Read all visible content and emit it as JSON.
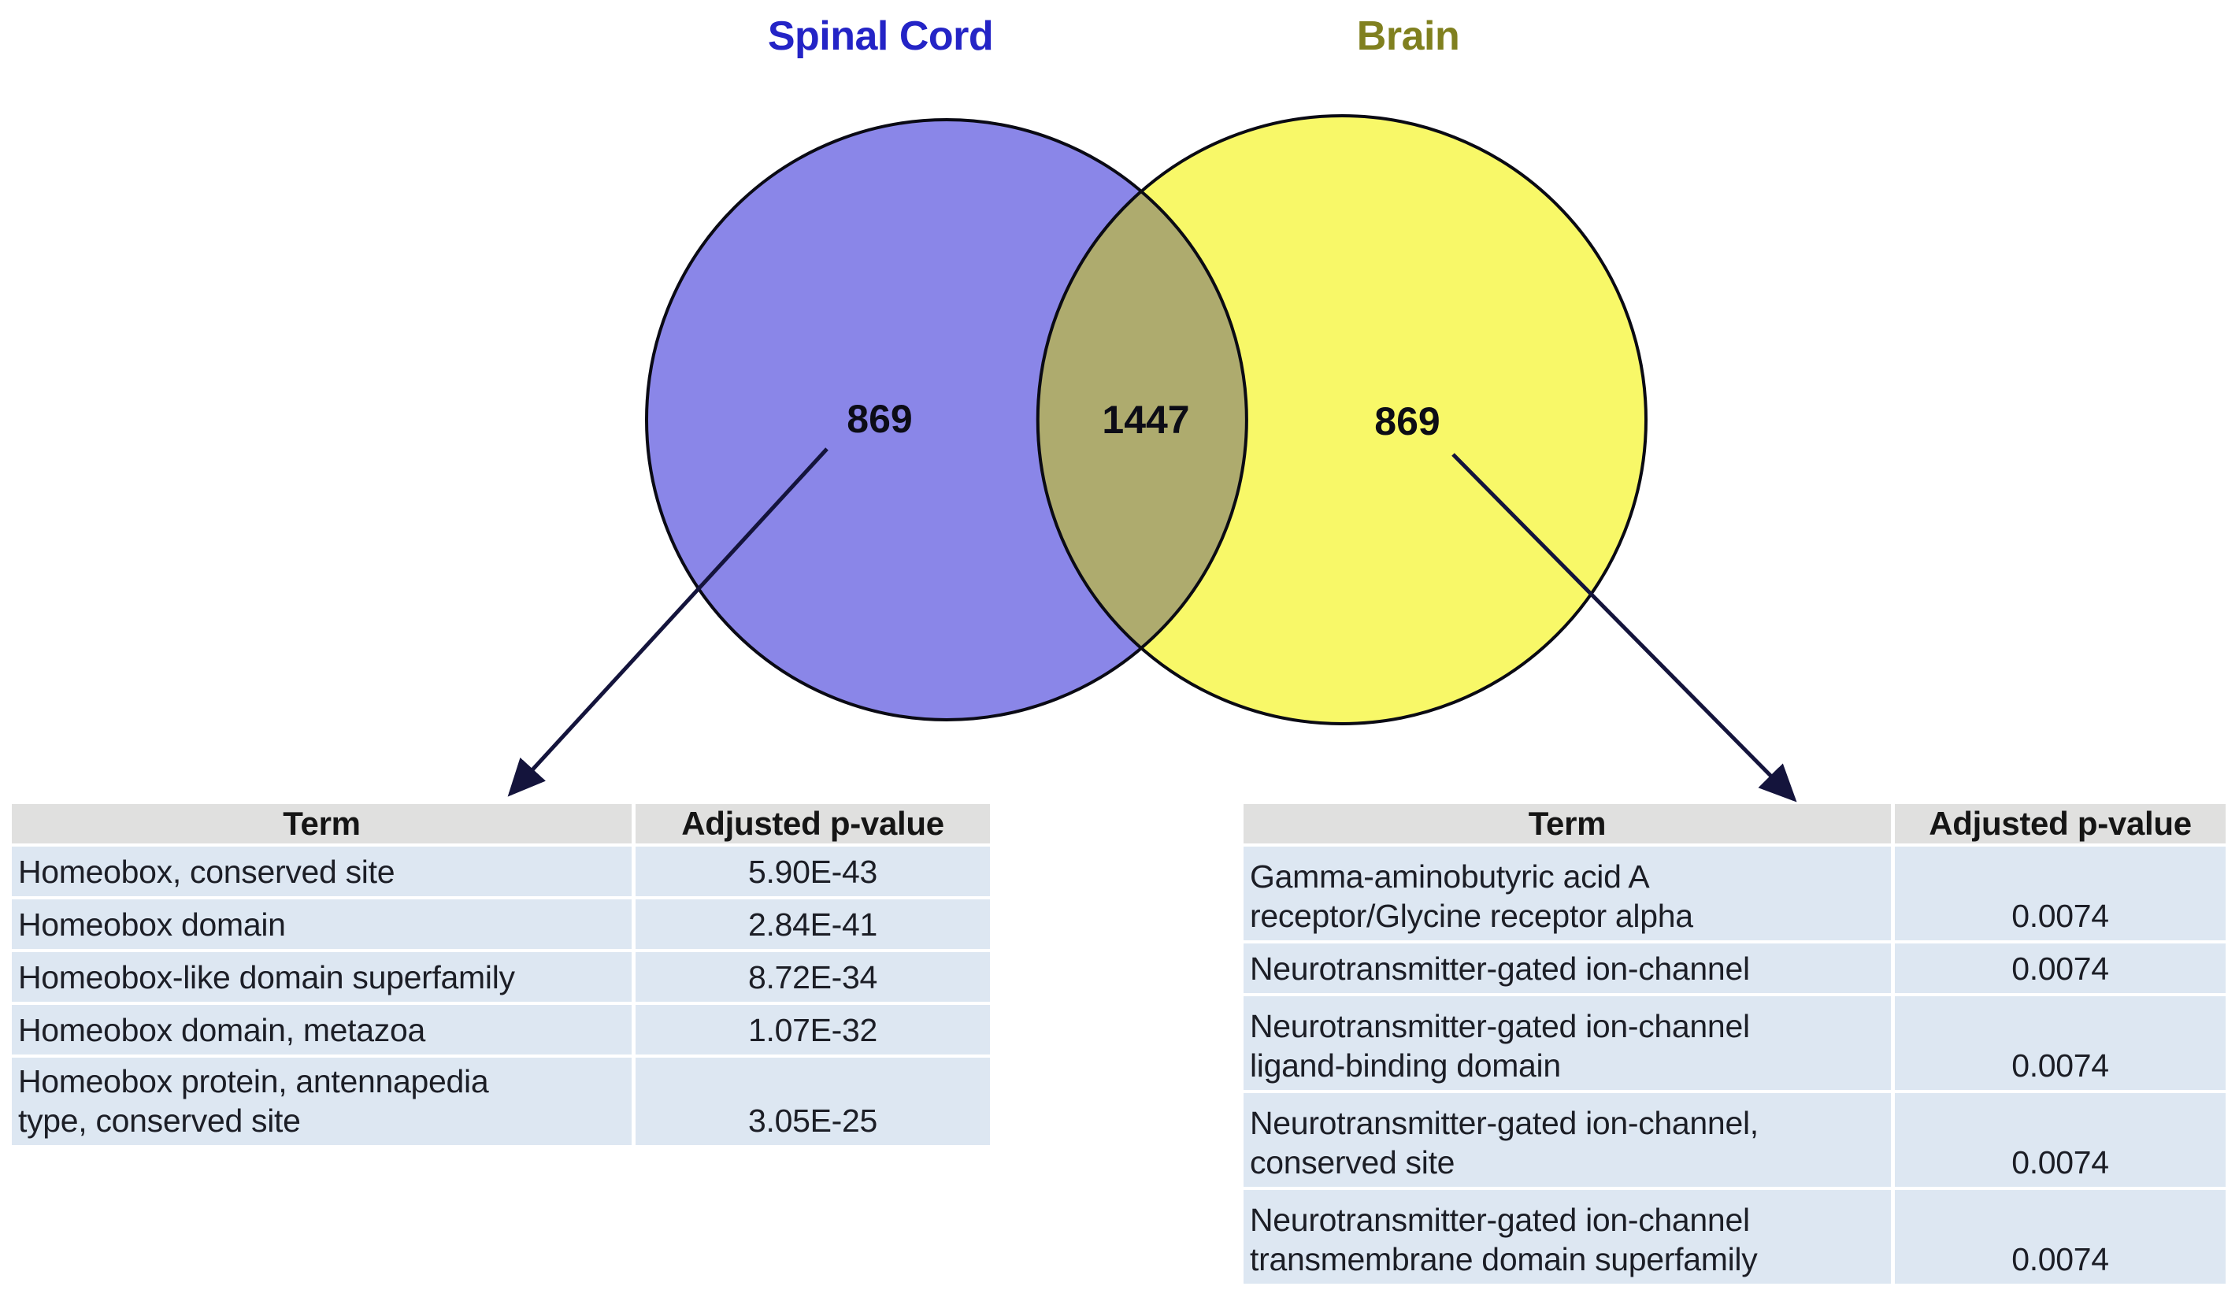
{
  "figure": {
    "background_color": "#ffffff"
  },
  "venn": {
    "left_set_label": "Spinal Cord",
    "right_set_label": "Brain",
    "left_unique_count": "869",
    "intersection_count": "1447",
    "right_unique_count": "869",
    "left_fill_color": "#8a86e8",
    "right_fill_color": "#f8f868",
    "overlap_fill_color": "#aeab6e",
    "outline_color": "#0a0a14",
    "left_label_color": "#2424c6",
    "right_label_color": "#80801f"
  },
  "chart_data": {
    "type": "venn",
    "title": "",
    "sets": [
      {
        "label": "Spinal Cord",
        "unique_count": 869,
        "color": "#8a86e8"
      },
      {
        "label": "Brain",
        "unique_count": 869,
        "color": "#f8f868"
      }
    ],
    "intersection_count": 1447,
    "annotations": [
      {
        "set": "Spinal Cord",
        "table": "left_table"
      },
      {
        "set": "Brain",
        "table": "right_table"
      }
    ]
  },
  "left_table": {
    "headers": {
      "term": "Term",
      "pvalue": "Adjusted p-value"
    },
    "rows": [
      {
        "term": "Homeobox, conserved site",
        "pvalue": "5.90E-43"
      },
      {
        "term": "Homeobox domain",
        "pvalue": "2.84E-41"
      },
      {
        "term": "Homeobox-like domain superfamily",
        "pvalue": "8.72E-34"
      },
      {
        "term": "Homeobox domain, metazoa",
        "pvalue": "1.07E-32"
      },
      {
        "term": "Homeobox protein, antennapedia\ntype, conserved site",
        "pvalue": "3.05E-25"
      }
    ]
  },
  "right_table": {
    "headers": {
      "term": "Term",
      "pvalue": "Adjusted p-value"
    },
    "rows": [
      {
        "term": "Gamma-aminobutyric acid A\nreceptor/Glycine receptor alpha",
        "pvalue": "0.0074"
      },
      {
        "term": "Neurotransmitter-gated ion-channel",
        "pvalue": "0.0074"
      },
      {
        "term": "Neurotransmitter-gated ion-channel\nligand-binding domain",
        "pvalue": "0.0074"
      },
      {
        "term": "Neurotransmitter-gated ion-channel,\nconserved site",
        "pvalue": "0.0074"
      },
      {
        "term": "Neurotransmitter-gated ion-channel\ntransmembrane domain superfamily",
        "pvalue": "0.0074"
      }
    ]
  }
}
